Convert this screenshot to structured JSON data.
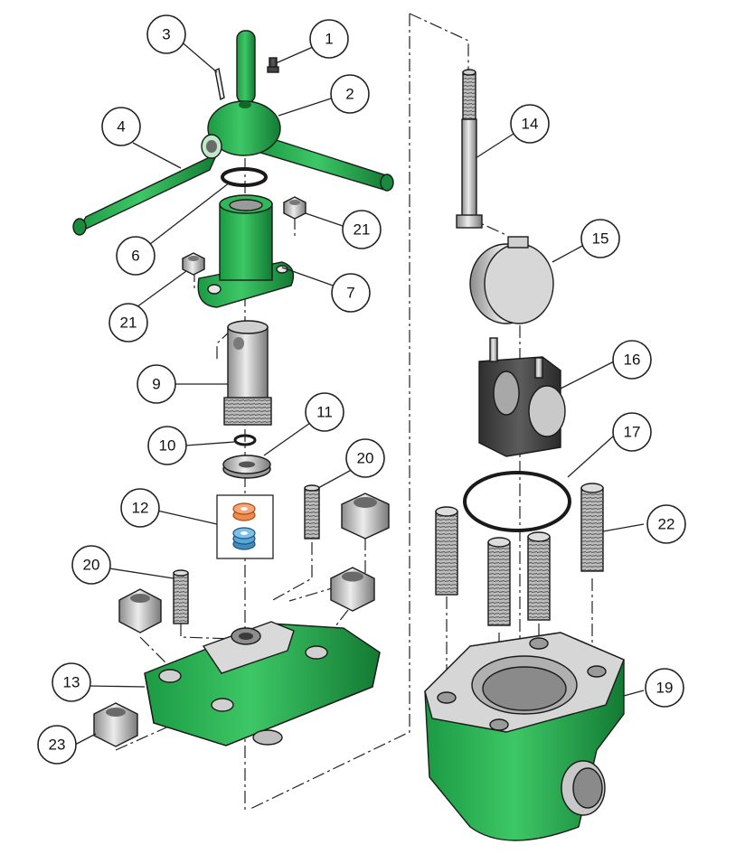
{
  "callouts": [
    {
      "id": "1",
      "label": "1"
    },
    {
      "id": "2",
      "label": "2"
    },
    {
      "id": "3",
      "label": "3"
    },
    {
      "id": "4",
      "label": "4"
    },
    {
      "id": "6",
      "label": "6"
    },
    {
      "id": "7",
      "label": "7"
    },
    {
      "id": "9",
      "label": "9"
    },
    {
      "id": "10",
      "label": "10"
    },
    {
      "id": "11",
      "label": "11"
    },
    {
      "id": "12",
      "label": "12"
    },
    {
      "id": "13",
      "label": "13"
    },
    {
      "id": "14",
      "label": "14"
    },
    {
      "id": "15",
      "label": "15"
    },
    {
      "id": "16",
      "label": "16"
    },
    {
      "id": "17",
      "label": "17"
    },
    {
      "id": "19",
      "label": "19"
    },
    {
      "id": "20a",
      "label": "20"
    },
    {
      "id": "20b",
      "label": "20"
    },
    {
      "id": "21a",
      "label": "21"
    },
    {
      "id": "21b",
      "label": "21"
    },
    {
      "id": "22",
      "label": "22"
    },
    {
      "id": "23",
      "label": "23"
    }
  ],
  "colors": {
    "body_green": "#1fa84a",
    "body_green_dark": "#127a32",
    "metal_light": "#d8d8d8",
    "metal_dark": "#8a8a8a",
    "seal_orange": "#f08a4b",
    "spring_blue": "#5aa7d6",
    "cage_dark": "#4a4a4a"
  }
}
